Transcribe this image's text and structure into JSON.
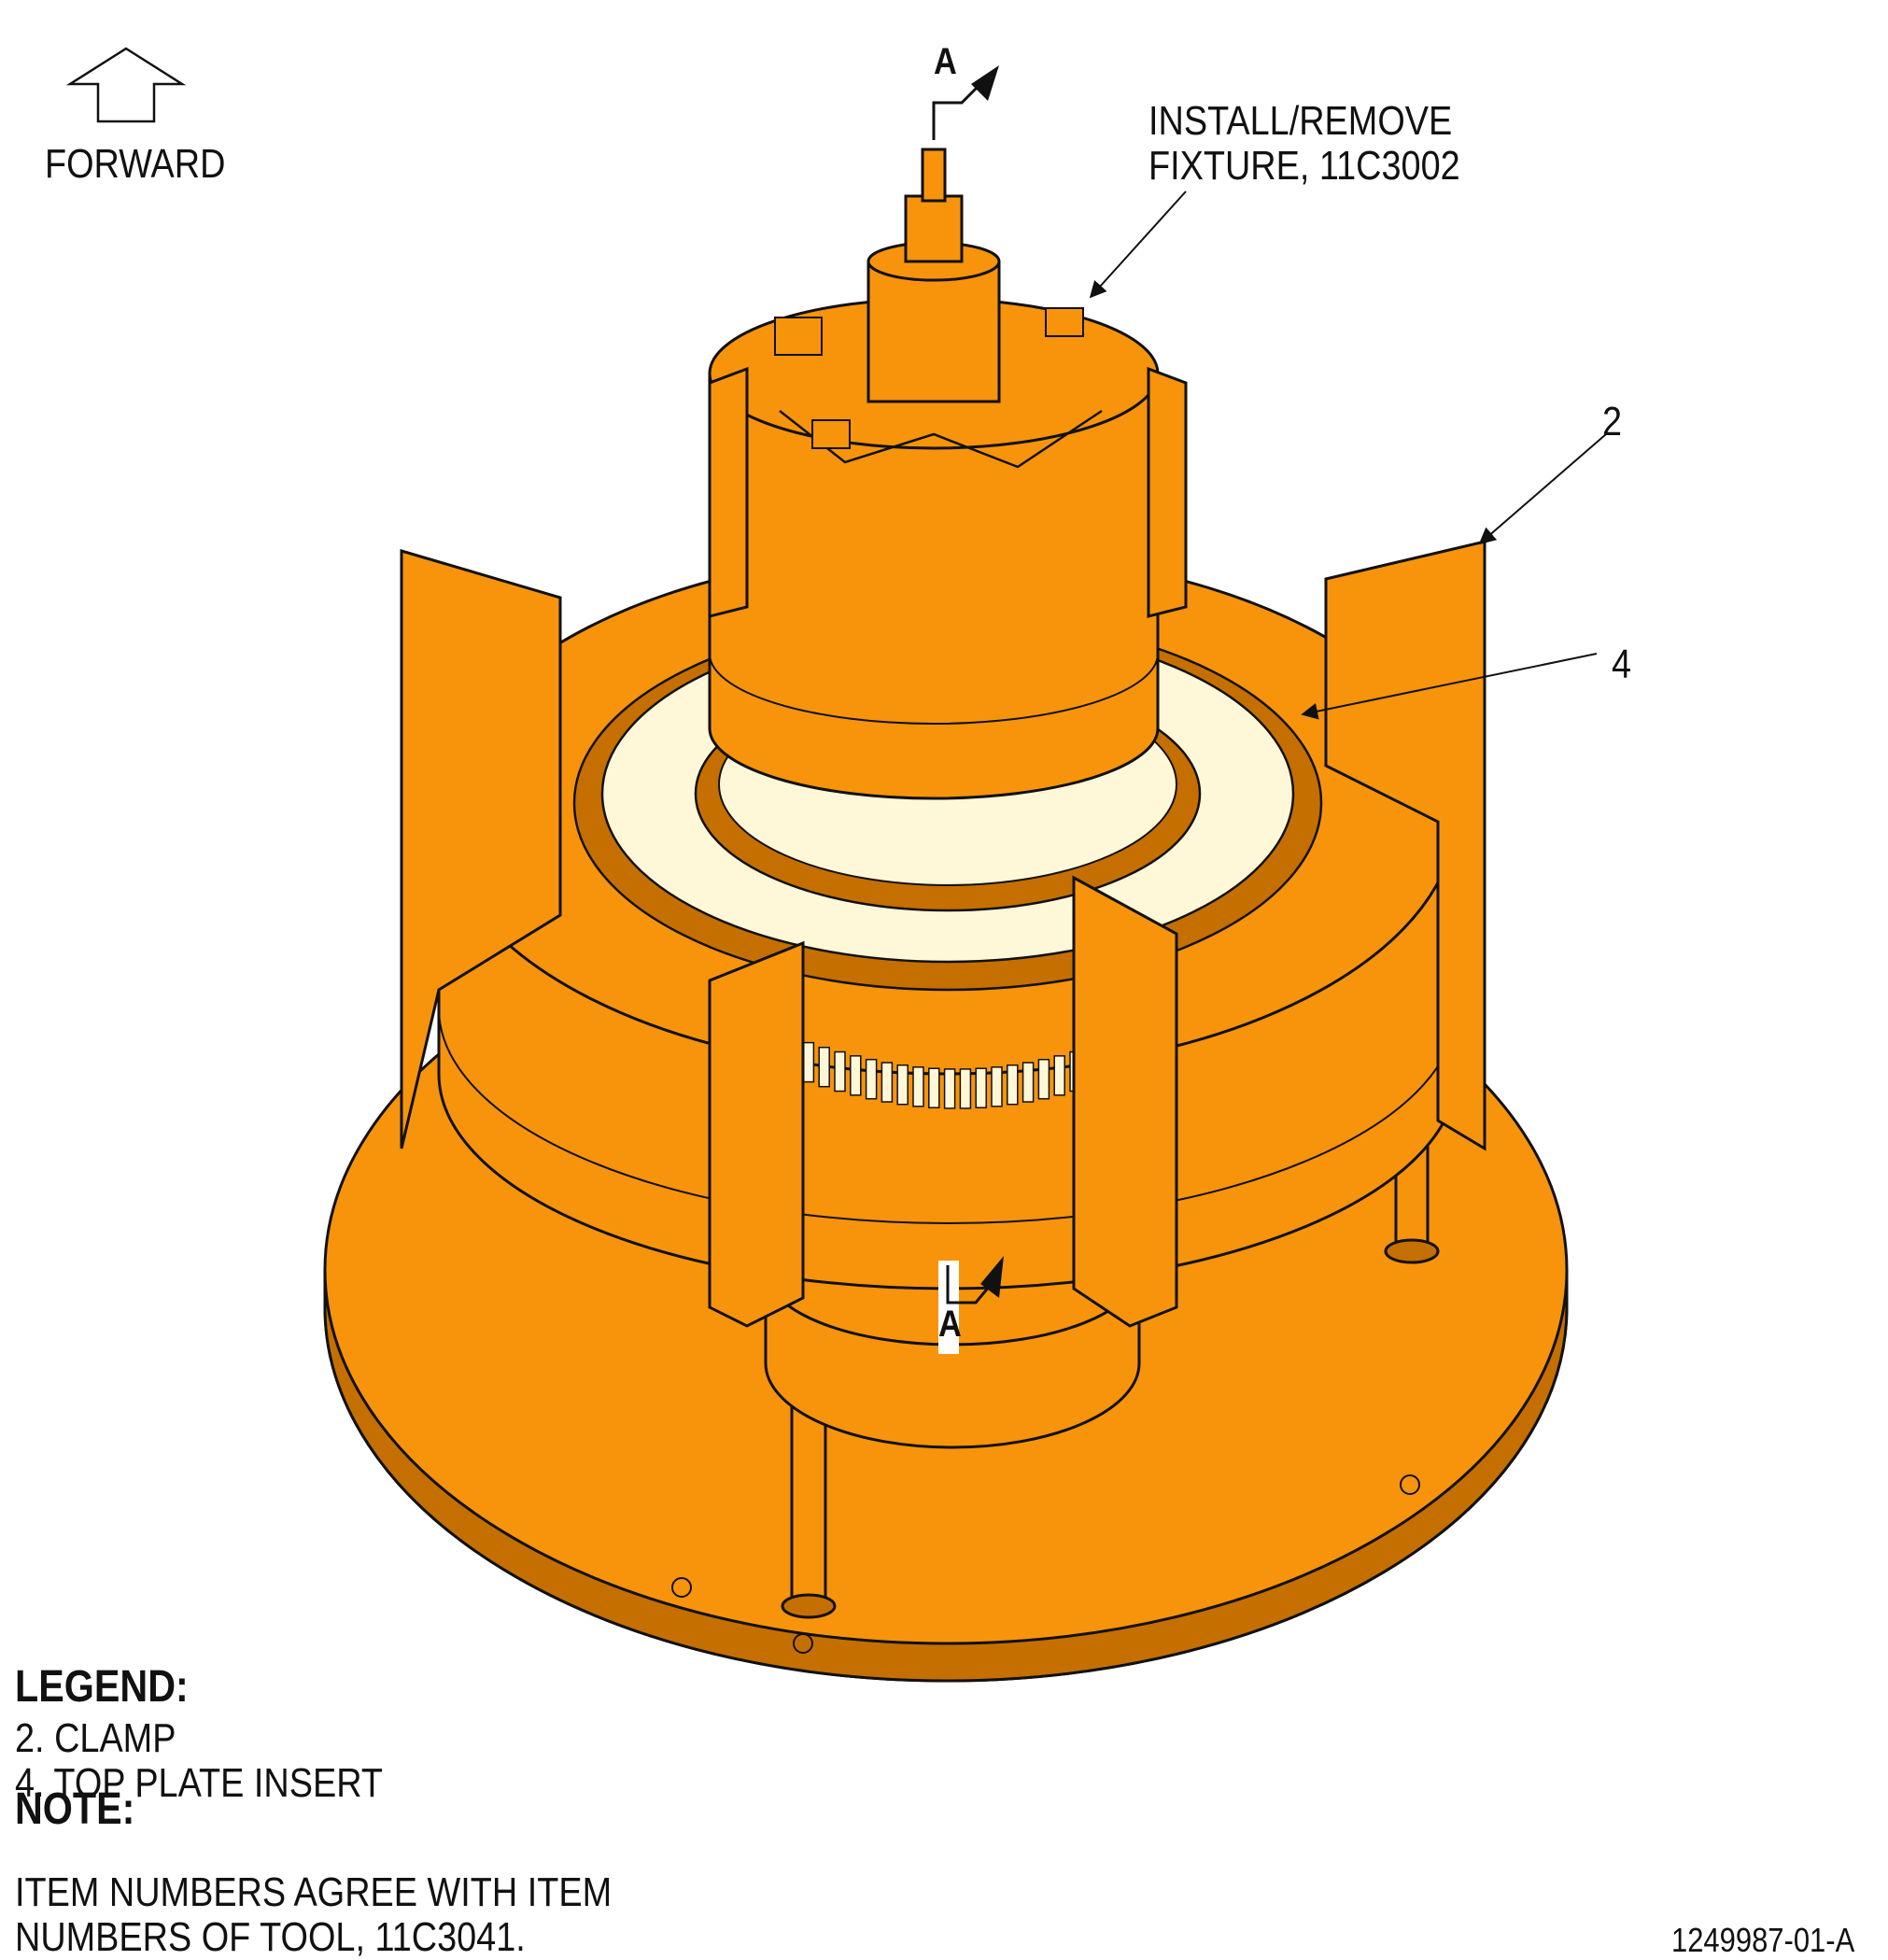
{
  "colors": {
    "tool": "#F7940C",
    "tool_dark": "#C56F00",
    "insert": "#FFF8D8",
    "line": "#111111"
  },
  "orientation": {
    "label": "FORWARD",
    "icon": "arrow-up-outline-icon"
  },
  "callouts": {
    "fixture_line1": "INSTALL/REMOVE",
    "fixture_line2": "FIXTURE, 11C3002",
    "clamp": "2",
    "top_plate_insert": "4"
  },
  "section_marks": {
    "top": "A",
    "bottom": "A"
  },
  "legend": {
    "title": "LEGEND:",
    "items": [
      "2. CLAMP",
      "4. TOP PLATE INSERT"
    ]
  },
  "note": {
    "title": "NOTE:",
    "line1": "ITEM NUMBERS AGREE WITH ITEM",
    "line2": "NUMBERS OF TOOL, 11C3041."
  },
  "figure_id": "1249987-01-A"
}
